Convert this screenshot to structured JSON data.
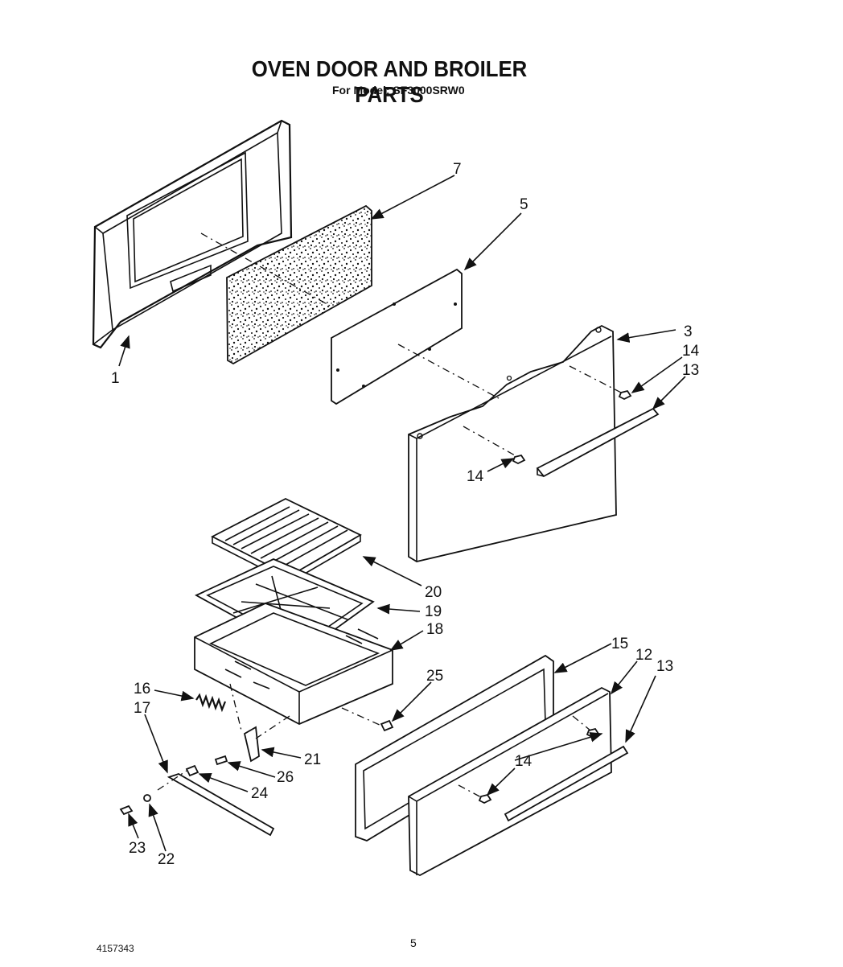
{
  "header": {
    "title": "OVEN DOOR AND BROILER PARTS",
    "subtitle": "For Model: SF3000SRW0"
  },
  "footer": {
    "doc_number": "4157343",
    "page_number": "5"
  },
  "callouts": {
    "c1": "1",
    "c3": "3",
    "c5": "5",
    "c7": "7",
    "c12": "12",
    "c13a": "13",
    "c13b": "13",
    "c14a": "14",
    "c14b": "14",
    "c14c": "14",
    "c15": "15",
    "c16": "16",
    "c17": "17",
    "c18": "18",
    "c19": "19",
    "c20": "20",
    "c21": "21",
    "c22": "22",
    "c23": "23",
    "c24": "24",
    "c25": "25",
    "c26": "26"
  }
}
